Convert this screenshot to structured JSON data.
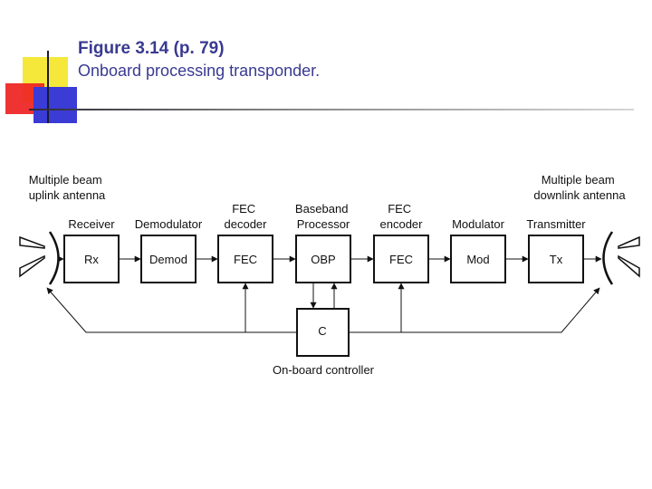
{
  "slide": {
    "figure_number": "Figure 3.14  (p. 79)",
    "caption": "Onboard processing transponder."
  },
  "diagram": {
    "antennas": {
      "uplink": [
        "Multiple beam",
        "uplink antenna"
      ],
      "downlink": [
        "Multiple beam",
        "downlink antenna"
      ]
    },
    "stages": [
      {
        "id": "rx",
        "label_lines": [
          "Receiver"
        ],
        "block": "Rx"
      },
      {
        "id": "demod",
        "label_lines": [
          "Demodulator"
        ],
        "block": "Demod"
      },
      {
        "id": "fec-decoder",
        "label_lines": [
          "FEC",
          "decoder"
        ],
        "block": "FEC"
      },
      {
        "id": "obp",
        "label_lines": [
          "Baseband",
          "Processor"
        ],
        "block": "OBP"
      },
      {
        "id": "fec-encoder",
        "label_lines": [
          "FEC",
          "encoder"
        ],
        "block": "FEC"
      },
      {
        "id": "mod",
        "label_lines": [
          "Modulator"
        ],
        "block": "Mod"
      },
      {
        "id": "tx",
        "label_lines": [
          "Transmitter"
        ],
        "block": "Tx"
      }
    ],
    "controller": {
      "block": "C",
      "label": "On-board controller"
    }
  }
}
